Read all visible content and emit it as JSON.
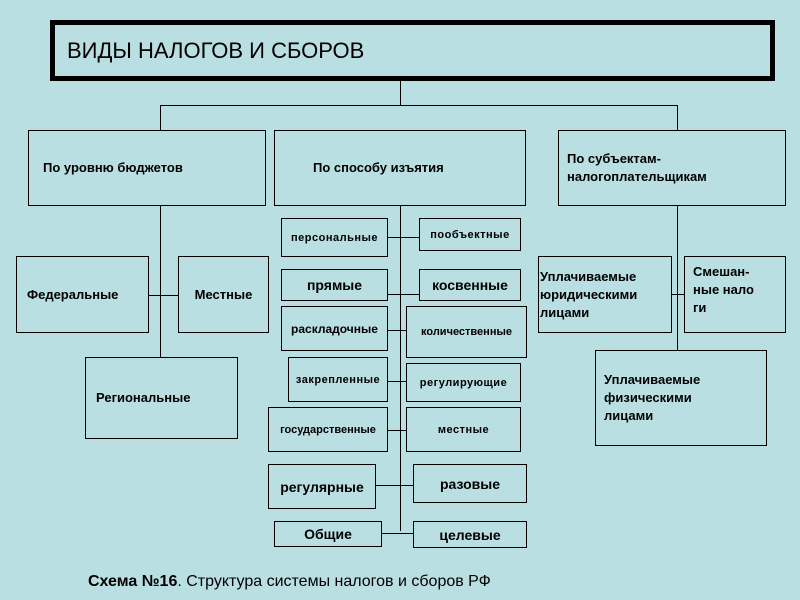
{
  "title": "ВИДЫ НАЛОГОВ И СБОРОВ",
  "categories": {
    "budget": "По уровню бюджетов",
    "method": "По способу изъятия",
    "subjects": "По субъектам-налогоплательщикам"
  },
  "budget_levels": {
    "federal": "Федеральные",
    "local": "Местные",
    "regional": "Региональные"
  },
  "method_pairs": [
    {
      "left": "персональные",
      "right": "пообъектные"
    },
    {
      "left": "прямые",
      "right": "косвенные"
    },
    {
      "left": "раскладочные",
      "right": "количественные"
    },
    {
      "left": "закрепленные",
      "right": "регулирующие"
    },
    {
      "left": "государственные",
      "right": "местные"
    },
    {
      "left": "регулярные",
      "right": "разовые"
    },
    {
      "left": "Общие",
      "right": "целевые"
    }
  ],
  "subjects": {
    "legal": "Уплачиваемые юридическими лицами",
    "mixed": "Смешан-ные налоги",
    "individuals": "Уплачиваемые физическими лицами"
  },
  "caption": {
    "label": "Схема №16",
    "text": ". Структура системы налогов и сборов РФ"
  }
}
